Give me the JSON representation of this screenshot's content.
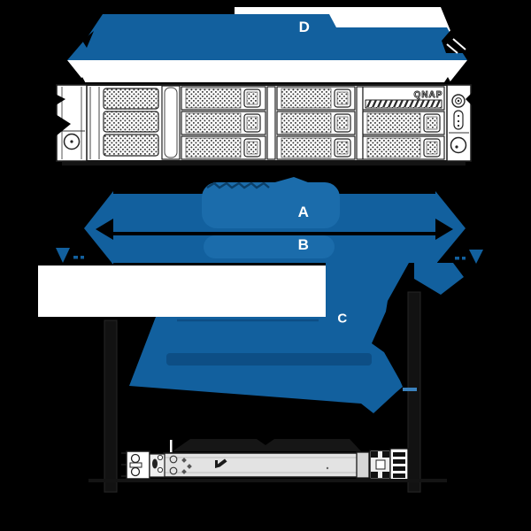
{
  "labels": {
    "d": "D",
    "a": "A",
    "b": "B",
    "c": "C"
  },
  "brand_logo": "QNAP",
  "colors": {
    "background": "#000000",
    "arrow_blue": "#12609e",
    "highlight_blue": "#1b6cab",
    "dark_blue": "#0d4e85",
    "light_dash_blue": "#3b82bd",
    "artwork_white": "#ffffff",
    "rail_gray": "#e3e3e3",
    "line_black": "#1a1a1a"
  }
}
